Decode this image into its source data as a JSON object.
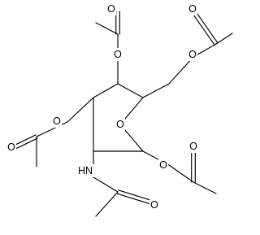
{
  "diagram": {
    "type": "chemical-structure",
    "bond_color": "#000000",
    "background": "#ffffff"
  },
  "atoms": [
    {
      "id": "O_ring",
      "symbol": "O"
    },
    {
      "id": "O6",
      "symbol": "O"
    },
    {
      "id": "O6_dbl",
      "symbol": "O"
    },
    {
      "id": "O4",
      "symbol": "O"
    },
    {
      "id": "O4_dbl",
      "symbol": "O"
    },
    {
      "id": "O3",
      "symbol": "O"
    },
    {
      "id": "O3_dbl",
      "symbol": "O"
    },
    {
      "id": "O1",
      "symbol": "O"
    },
    {
      "id": "O1_dbl",
      "symbol": "O"
    },
    {
      "id": "N2",
      "symbol": "HN"
    },
    {
      "id": "O2_dbl",
      "symbol": "O"
    }
  ]
}
